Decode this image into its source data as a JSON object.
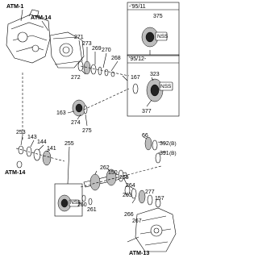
{
  "callouts": {
    "atm1": "ATM-1",
    "atm14_top": "ATM-14",
    "atm14_left": "ATM-14",
    "atm13": "ATM-13"
  },
  "date_ranges": {
    "top": "-'95/11",
    "middle": "'95/12-"
  },
  "nss": {
    "top": "NSS",
    "middle": "NSS",
    "bottom": "NSS"
  },
  "parts": {
    "p271": "271",
    "p273": "273",
    "p269": "269",
    "p270": "270",
    "p268": "268",
    "p272": "272",
    "p375": "375",
    "p167": "167",
    "p323": "323",
    "p377": "377",
    "p163": "163",
    "p274": "274",
    "p275": "275",
    "p253": "253",
    "p143": "143",
    "p144": "144",
    "p141": "141",
    "p255": "255",
    "p66": "66",
    "p392": "392",
    "p391": "391",
    "p262": "262",
    "p150": "150",
    "p265": "265",
    "p264": "264",
    "p263": "263",
    "p277": "277",
    "p157": "157",
    "p260": "260",
    "p261": "261",
    "p266": "266",
    "p267": "267"
  },
  "suffix_b": "(B)"
}
